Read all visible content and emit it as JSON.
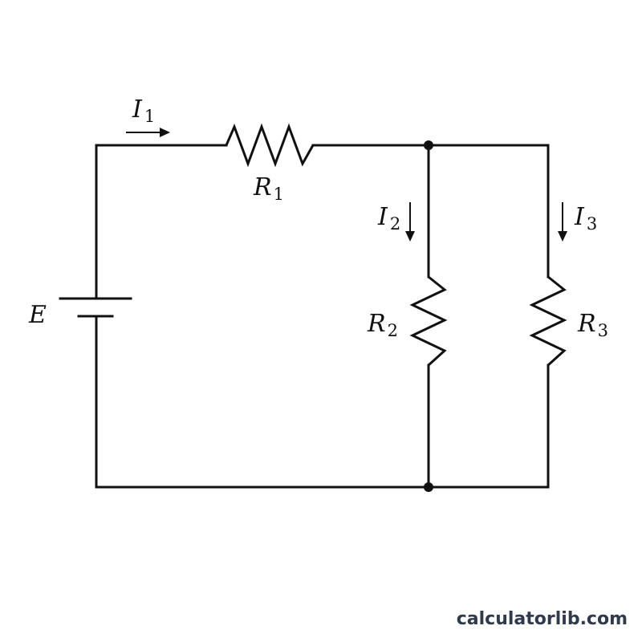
{
  "diagram": {
    "source_label": "E",
    "current_1": {
      "symbol": "I",
      "subscript": "1"
    },
    "current_2": {
      "symbol": "I",
      "subscript": "2"
    },
    "current_3": {
      "symbol": "I",
      "subscript": "3"
    },
    "resistor_1": {
      "symbol": "R",
      "subscript": "1"
    },
    "resistor_2": {
      "symbol": "R",
      "subscript": "2"
    },
    "resistor_3": {
      "symbol": "R",
      "subscript": "3"
    }
  },
  "watermark": "calculatorlib.com",
  "colors": {
    "line": "#111111",
    "watermark": "#2f3b4c",
    "background": "#ffffff"
  }
}
